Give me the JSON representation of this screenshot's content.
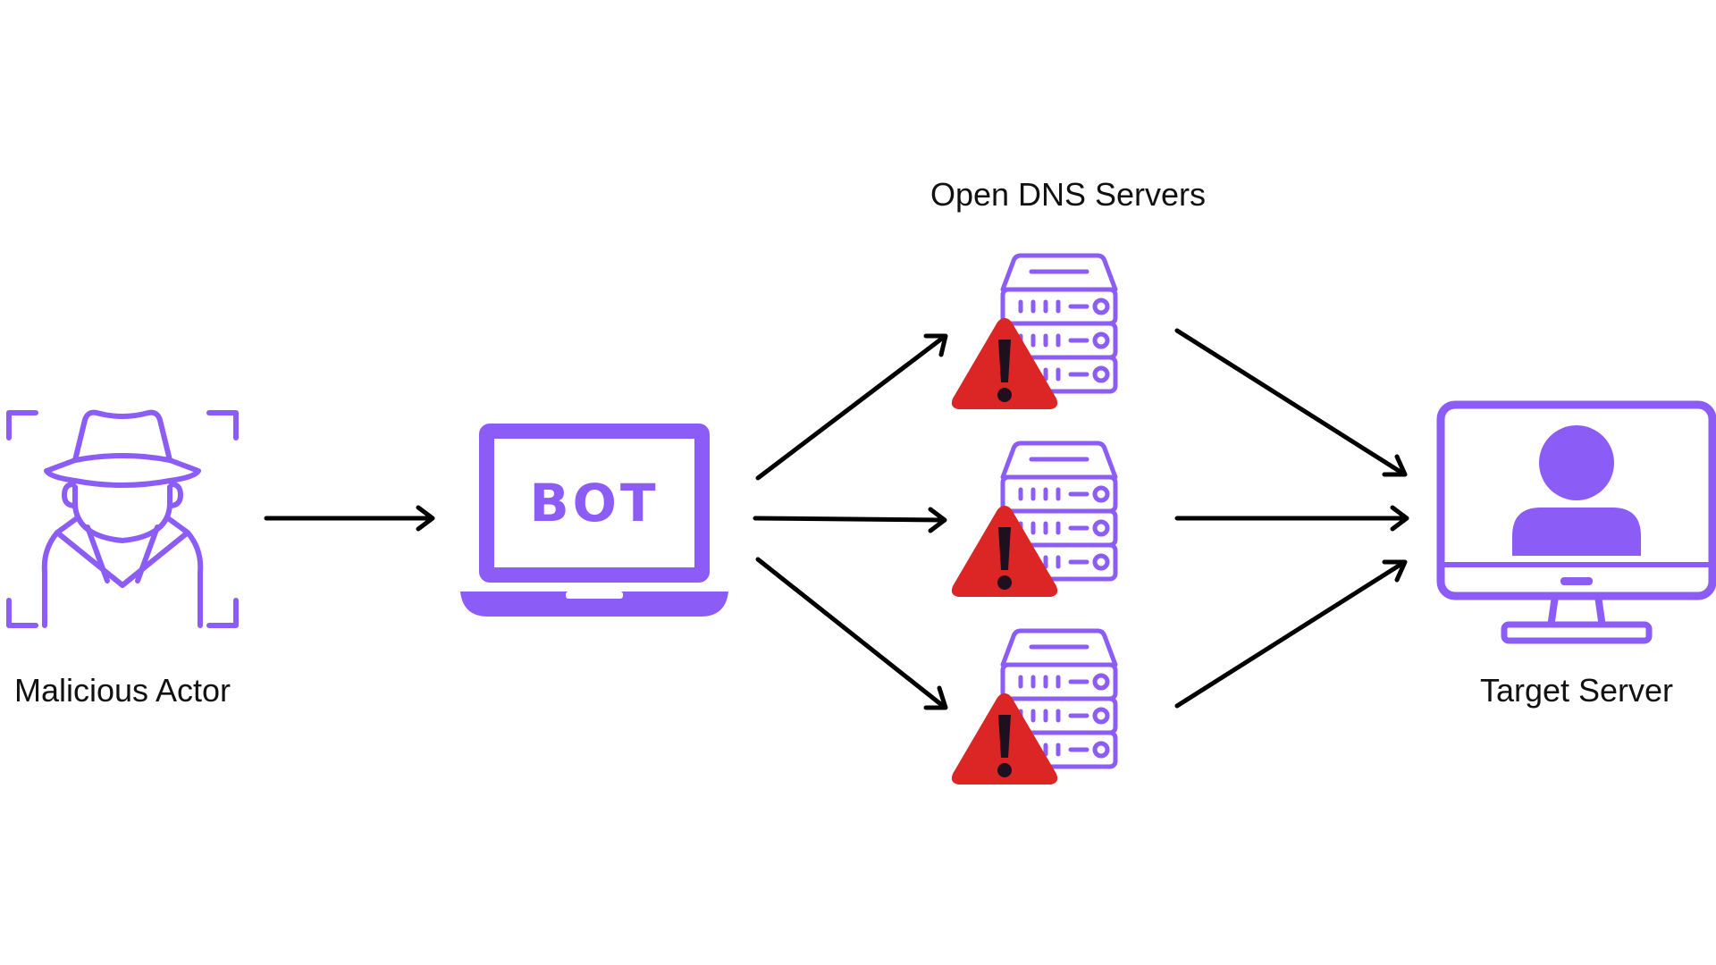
{
  "labels": {
    "malicious_actor": "Malicious Actor",
    "bot": "BOT",
    "open_dns_servers": "Open DNS Servers",
    "target_server": "Target Server"
  },
  "colors": {
    "accent": "#8b5cf6",
    "warning": "#dc2626",
    "warning_mark": "#1f1020",
    "arrow": "#000000"
  },
  "icons": {
    "actor": "spy-icon",
    "bot": "laptop-icon",
    "dns_server": "server-rack-icon",
    "warning": "warning-triangle-icon",
    "target": "monitor-user-icon"
  }
}
